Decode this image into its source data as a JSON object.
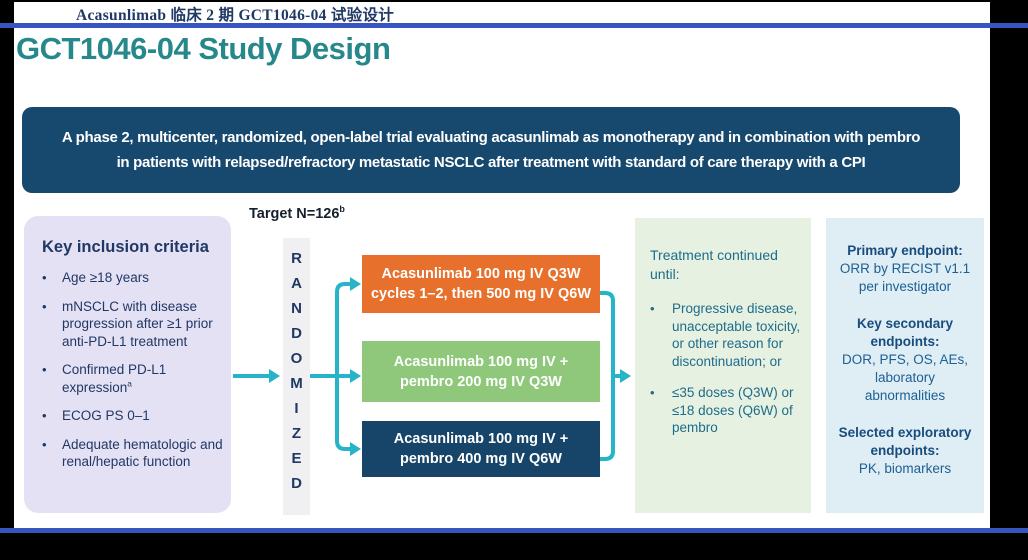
{
  "header": {
    "title_zh": "Acasunlimab 临床 2 期 GCT1046-04 试验设计"
  },
  "slide": {
    "title": "GCT1046-04 Study Design",
    "banner": {
      "line1": "A phase 2, multicenter, randomized, open-label trial evaluating acasunlimab as monotherapy and in combination with pembro",
      "line2": "in patients with relapsed/refractory metastatic NSCLC after treatment with standard of care therapy with a CPI"
    },
    "target_label": {
      "text": "Target N=126",
      "superscript": "b"
    },
    "inclusion": {
      "heading": "Key inclusion criteria",
      "items": [
        {
          "text": "Age ≥18 years",
          "superscript": ""
        },
        {
          "text": "mNSCLC with disease progression after ≥1 prior anti-PD-L1 treatment",
          "superscript": ""
        },
        {
          "text": "Confirmed PD-L1 expression",
          "superscript": "a"
        },
        {
          "text": "ECOG PS 0–1",
          "superscript": ""
        },
        {
          "text": "Adequate hematologic and renal/hepatic function",
          "superscript": ""
        }
      ]
    },
    "randomized": {
      "word": "RANDOMIZED",
      "letters": [
        "R",
        "A",
        "N",
        "D",
        "O",
        "M",
        "I",
        "Z",
        "E",
        "D"
      ]
    },
    "arms": [
      {
        "line1": "Acasunlimab 100 mg IV Q3W",
        "line2": "cycles 1–2, then 500 mg IV Q6W",
        "color": "#E7702C"
      },
      {
        "line1": "Acasunlimab 100 mg IV +",
        "line2": "pembro 200 mg IV Q3W",
        "color": "#8FC87B"
      },
      {
        "line1": "Acasunlimab 100 mg IV +",
        "line2": "pembro 400 mg IV Q6W",
        "color": "#164569"
      }
    ],
    "treatment": {
      "heading": "Treatment continued until:",
      "items": [
        "Progressive disease, unacceptable toxicity, or other reason for discontinuation; or",
        "≤35 doses (Q3W) or ≤18 doses (Q6W) of pembro"
      ]
    },
    "endpoints": {
      "sections": [
        {
          "heading": "Primary endpoint:",
          "body": "ORR by RECIST v1.1 per investigator"
        },
        {
          "heading": "Key secondary endpoints:",
          "body": "DOR, PFS, OS, AEs, laboratory abnormalities"
        },
        {
          "heading": "Selected exploratory endpoints:",
          "body": "PK, biomarkers"
        }
      ]
    }
  },
  "colors": {
    "frame": "#000000",
    "rule_blue": "#3655C0",
    "title_teal": "#27888C",
    "banner_navy": "#17496F",
    "navy_text": "#1F3864",
    "arrow_teal": "#28B4C8",
    "arm_orange": "#E7702C",
    "arm_green": "#8FC87B",
    "arm_navy": "#164569",
    "inclusion_bg": "#E5E1F4",
    "randomized_bg": "#F0EFF1",
    "treatment_bg": "#E7F1E1",
    "treatment_text": "#1D6C8B",
    "endpoints_bg": "#DFEDF4",
    "endpoints_heading": "#174C7E",
    "endpoints_body": "#1D6095"
  }
}
